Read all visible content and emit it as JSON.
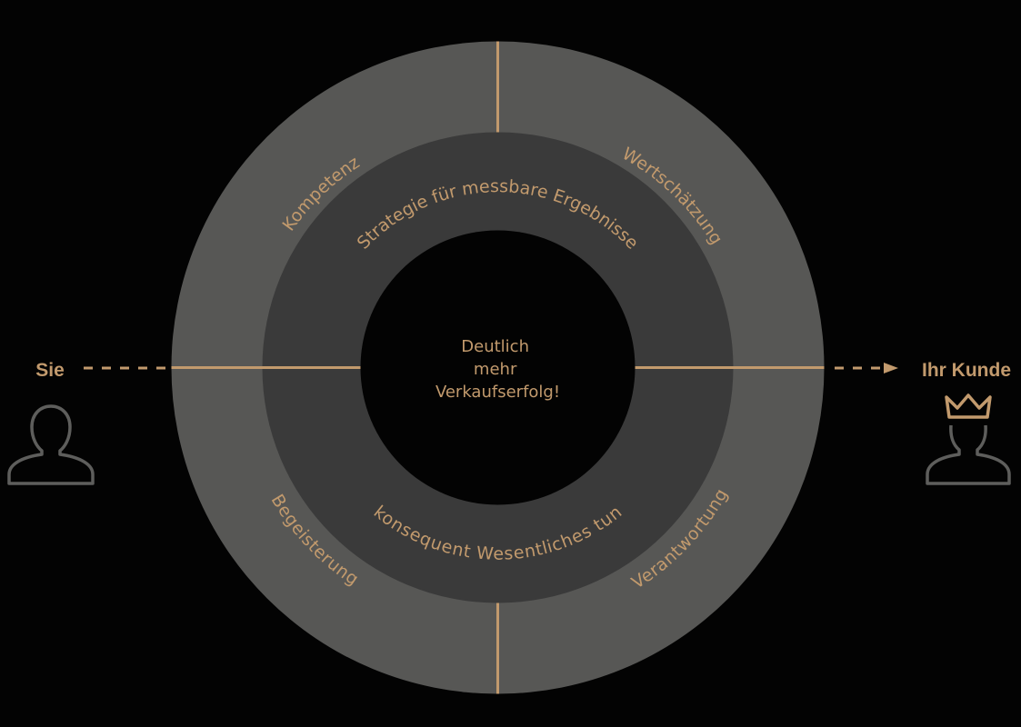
{
  "colors": {
    "background": "#030303",
    "outer_ring": "#575755",
    "inner_ring": "#3a3a3a",
    "center": "#030303",
    "accent": "#c29a6d",
    "person_outline": "#5e5e5c"
  },
  "left": {
    "label": "Sie",
    "icon": "person-outline-icon"
  },
  "right": {
    "label": "Ihr Kunde",
    "icon": "crowned-person-outline-icon"
  },
  "outer_ring": {
    "top_left": "Kompetenz",
    "top_right": "Wertschätzung",
    "bottom_left": "Begeisterung",
    "bottom_right": "Verantwortung"
  },
  "inner_ring": {
    "top": "Strategie für messbare Ergebnisse",
    "bottom": "konsequent Wesentliches tun"
  },
  "center": {
    "lines": [
      "Deutlich",
      "mehr",
      "Verkaufserfolg!"
    ]
  }
}
